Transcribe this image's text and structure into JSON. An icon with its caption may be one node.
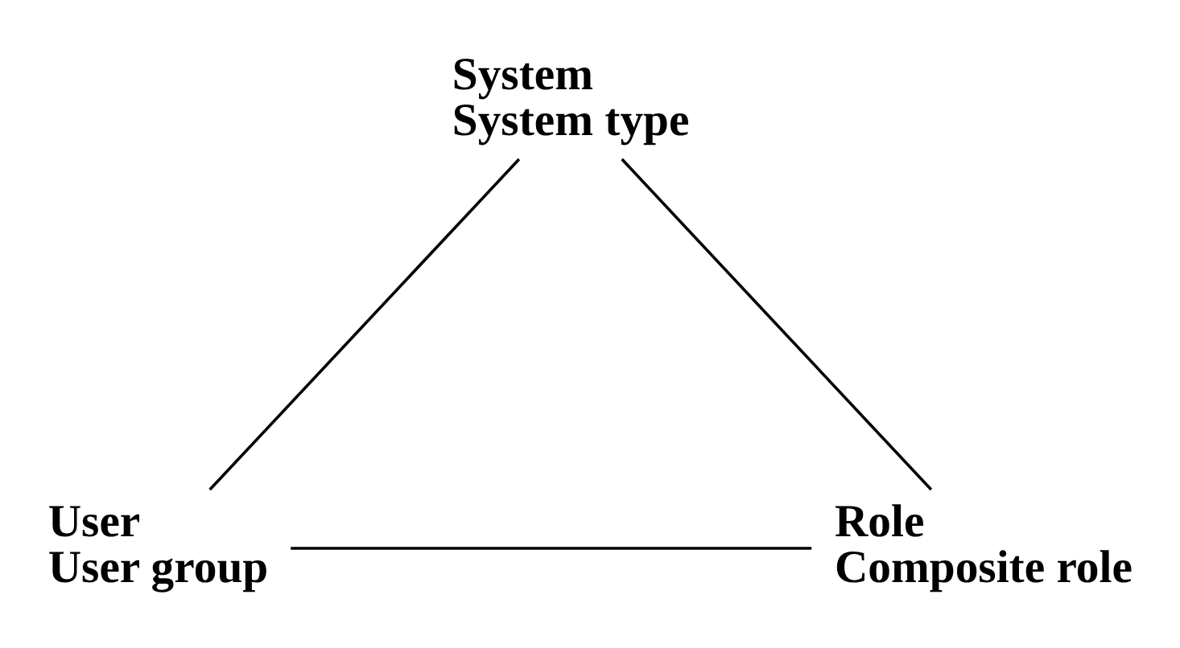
{
  "diagram": {
    "nodes": [
      {
        "text": [
          "System",
          "System type"
        ]
      },
      {
        "text": [
          "User",
          "User group"
        ]
      },
      {
        "text": [
          "Role",
          "Composite role"
        ]
      }
    ],
    "edges": [
      {
        "from": 0,
        "to": 1,
        "arrow": "none"
      },
      {
        "from": 0,
        "to": 2,
        "arrow": "none"
      },
      {
        "from": 1,
        "to": 2,
        "arrow": "none"
      }
    ]
  }
}
